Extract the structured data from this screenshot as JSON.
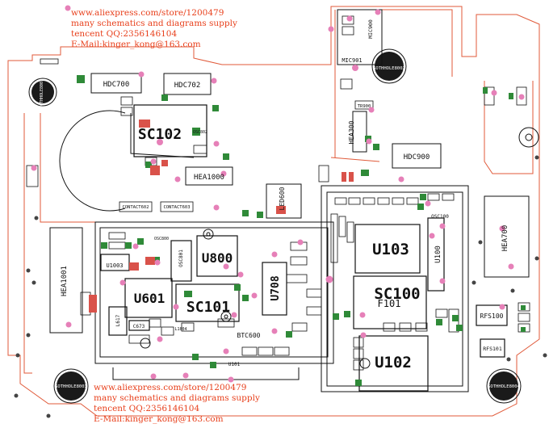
{
  "watermark": {
    "lines": [
      "www.aliexpress.com/store/1200479",
      "many schematics and diagrams supply",
      "tencent QQ:2356146104",
      "E-Mail:kinger_kong@163.com"
    ]
  },
  "board": {
    "colors": {
      "outline": "#e05a3a",
      "silk": "#111111",
      "pad_pink": "#e680b8",
      "comp_green": "#2f8a38",
      "comp_red": "#d9524a",
      "testpoint": "#444444"
    },
    "holes": [
      "SOTHHOLE8001",
      "SOTHHOLE8002",
      "SOTHHOLE8003",
      "SOTHHOLE8004"
    ],
    "chips": [
      "U103",
      "SC100",
      "U102",
      "U800",
      "U601",
      "SC101",
      "SC102",
      "U708",
      "F101",
      "U100",
      "U1003"
    ],
    "connectors": [
      "HEA1001",
      "HEA700",
      "HEA1000",
      "HEA300",
      "LED600",
      "BTC600",
      "HDC700",
      "HDC702",
      "HDC900",
      "MIC901",
      "MIC900",
      "RFS100",
      "RFS101",
      "CONTACT602",
      "CONTACT603",
      "OSC100",
      "OSC801",
      "OSC800",
      "OSC802",
      "TR900",
      "L617",
      "C673",
      "L1804",
      "U101"
    ]
  }
}
